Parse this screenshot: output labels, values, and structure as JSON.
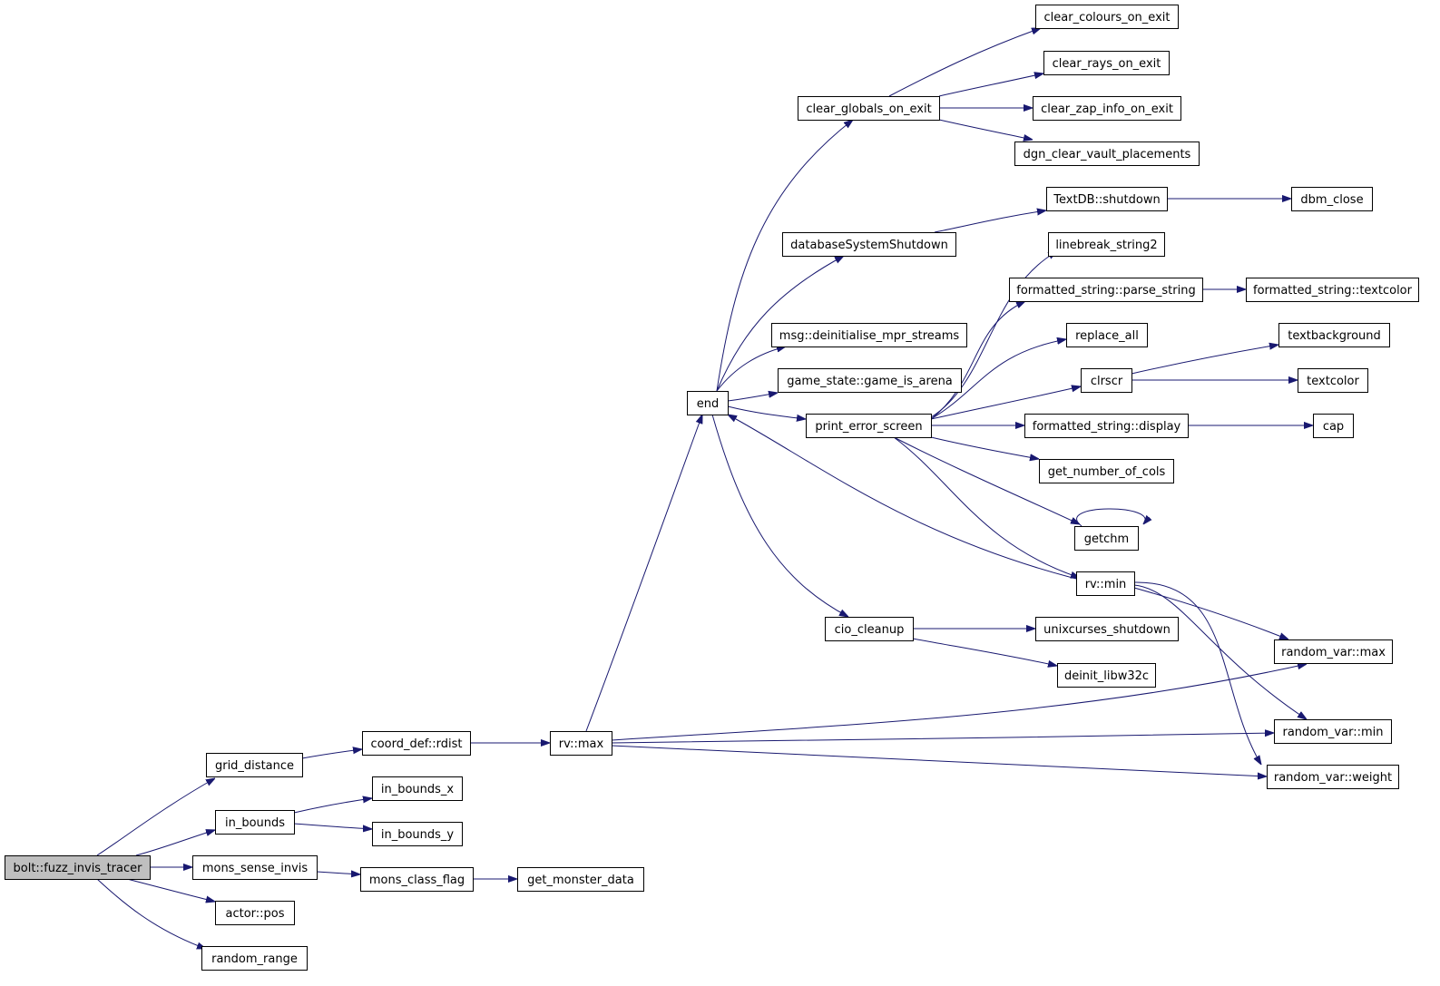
{
  "graph": {
    "nodes": [
      {
        "id": "bolt_fuzz",
        "label": "bolt::fuzz_invis_tracer",
        "highlighted": true
      },
      {
        "id": "grid_distance",
        "label": "grid_distance"
      },
      {
        "id": "in_bounds",
        "label": "in_bounds"
      },
      {
        "id": "mons_sense_invis",
        "label": "mons_sense_invis"
      },
      {
        "id": "actor_pos",
        "label": "actor::pos"
      },
      {
        "id": "random_range",
        "label": "random_range"
      },
      {
        "id": "coord_rdist",
        "label": "coord_def::rdist"
      },
      {
        "id": "in_bounds_x",
        "label": "in_bounds_x"
      },
      {
        "id": "in_bounds_y",
        "label": "in_bounds_y"
      },
      {
        "id": "mons_class_flag",
        "label": "mons_class_flag"
      },
      {
        "id": "get_monster_data",
        "label": "get_monster_data"
      },
      {
        "id": "rv_max",
        "label": "rv::max"
      },
      {
        "id": "end",
        "label": "end"
      },
      {
        "id": "clear_globals",
        "label": "clear_globals_on_exit"
      },
      {
        "id": "db_shutdown",
        "label": "databaseSystemShutdown"
      },
      {
        "id": "msg_deinit",
        "label": "msg::deinitialise_mpr_streams"
      },
      {
        "id": "game_arena",
        "label": "game_state::game_is_arena"
      },
      {
        "id": "print_error",
        "label": "print_error_screen"
      },
      {
        "id": "cio_cleanup",
        "label": "cio_cleanup"
      },
      {
        "id": "clear_colours",
        "label": "clear_colours_on_exit"
      },
      {
        "id": "clear_rays",
        "label": "clear_rays_on_exit"
      },
      {
        "id": "clear_zap",
        "label": "clear_zap_info_on_exit"
      },
      {
        "id": "dgn_clear",
        "label": "dgn_clear_vault_placements"
      },
      {
        "id": "textdb_shutdown",
        "label": "TextDB::shutdown"
      },
      {
        "id": "dbm_close",
        "label": "dbm_close"
      },
      {
        "id": "linebreak",
        "label": "linebreak_string2"
      },
      {
        "id": "parse_string",
        "label": "formatted_string::parse_string"
      },
      {
        "id": "fs_textcolor",
        "label": "formatted_string::textcolor"
      },
      {
        "id": "replace_all",
        "label": "replace_all"
      },
      {
        "id": "clrscr",
        "label": "clrscr"
      },
      {
        "id": "textbackground",
        "label": "textbackground"
      },
      {
        "id": "textcolor",
        "label": "textcolor"
      },
      {
        "id": "fs_display",
        "label": "formatted_string::display"
      },
      {
        "id": "cap",
        "label": "cap"
      },
      {
        "id": "get_cols",
        "label": "get_number_of_cols"
      },
      {
        "id": "getchm",
        "label": "getchm"
      },
      {
        "id": "rv_min",
        "label": "rv::min"
      },
      {
        "id": "unixcurses",
        "label": "unixcurses_shutdown"
      },
      {
        "id": "deinit_libw32c",
        "label": "deinit_libw32c"
      },
      {
        "id": "random_var_max",
        "label": "random_var::max"
      },
      {
        "id": "random_var_min",
        "label": "random_var::min"
      },
      {
        "id": "random_var_weight",
        "label": "random_var::weight"
      }
    ]
  },
  "colors": {
    "edge": "#191970",
    "node_border": "#000000",
    "node_fill": "#ffffff",
    "root_fill": "#bfbfbf",
    "background": "#ffffff"
  }
}
